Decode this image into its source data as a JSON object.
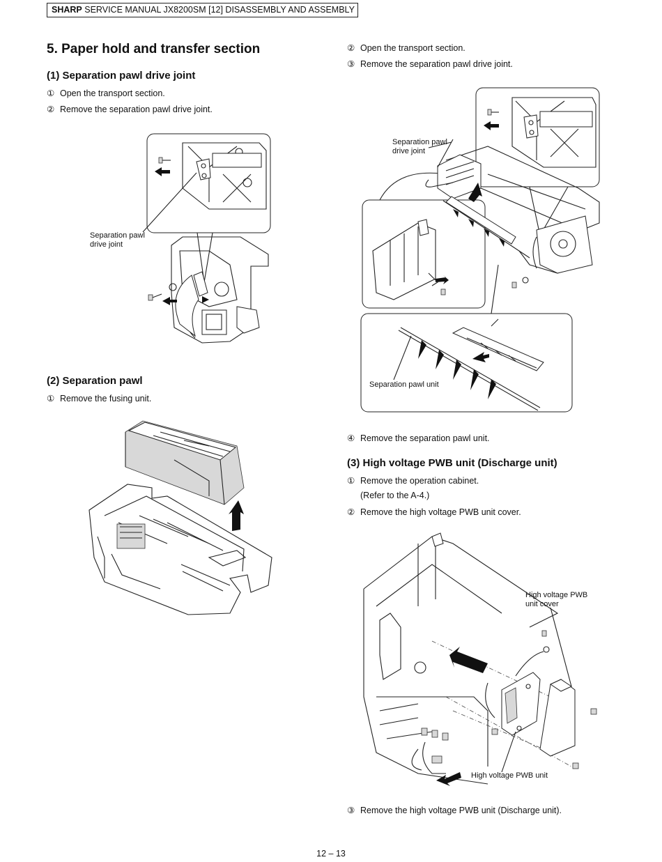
{
  "header": {
    "brand": "SHARP",
    "title": "SERVICE MANUAL JX8200SM [12] DISASSEMBLY AND ASSEMBLY"
  },
  "section": {
    "title": "5.  Paper hold and transfer section"
  },
  "sub1": {
    "title": "(1)  Separation pawl drive joint",
    "steps": [
      {
        "num": "①",
        "text": "Open the transport section."
      },
      {
        "num": "②",
        "text": "Remove the separation pawl drive joint."
      }
    ],
    "figure_label_line1": "Separation pawl",
    "figure_label_line2": "drive joint"
  },
  "sub2": {
    "title": "(2)  Separation pawl",
    "steps_left": [
      {
        "num": "①",
        "text": "Remove the fusing unit."
      }
    ],
    "steps_right": [
      {
        "num": "②",
        "text": "Open the transport section."
      },
      {
        "num": "③",
        "text": "Remove the separation pawl drive joint."
      }
    ],
    "figure_label_joint_line1": "Separation pawl",
    "figure_label_joint_line2": "drive joint",
    "figure_label_unit": "Separation pawl unit",
    "step4": {
      "num": "④",
      "text": "Remove the separation pawl unit."
    }
  },
  "sub3": {
    "title": "(3)  High voltage PWB unit (Discharge unit)",
    "steps": [
      {
        "num": "①",
        "text": "Remove the operation cabinet."
      },
      {
        "num": "",
        "text": "(Refer to the A-4.)"
      },
      {
        "num": "②",
        "text": "Remove the high voltage PWB unit cover."
      }
    ],
    "figure_label_cover_line1": "High voltage PWB",
    "figure_label_cover_line2": "unit cover",
    "figure_label_unit": "High voltage PWB unit",
    "step3": {
      "num": "③",
      "text": "Remove the high voltage PWB unit (Discharge unit)."
    }
  },
  "footer": {
    "page_number": "12 – 13"
  }
}
